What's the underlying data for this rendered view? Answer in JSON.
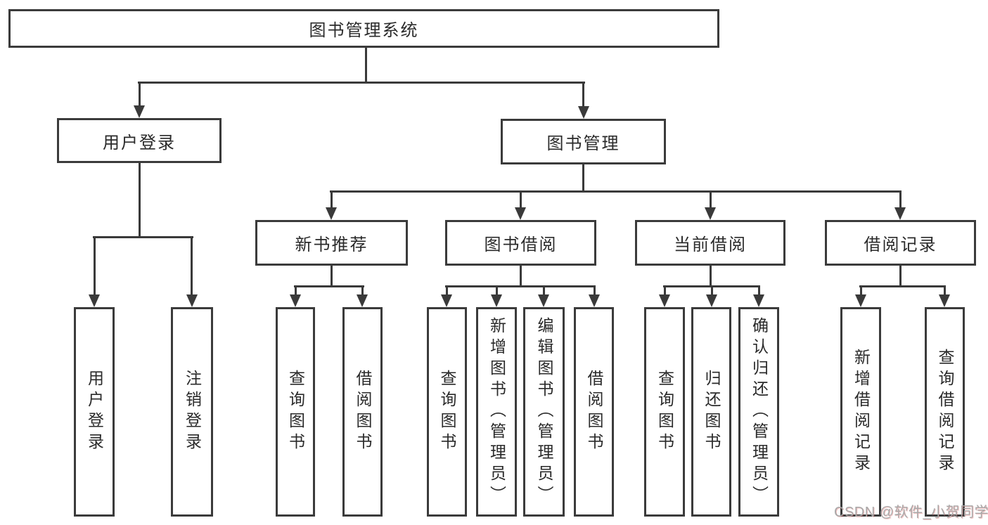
{
  "title": "图书管理系统",
  "colors": {
    "line": "#3a3a3a",
    "box_border": "#3b3b3b",
    "text": "#2a2a2a",
    "watermark_gray": "#a9a9a9"
  },
  "tree": {
    "root": {
      "label": "图书管理系统"
    },
    "branches": [
      {
        "label": "用户登录",
        "children": [
          {
            "label": "用户登录"
          },
          {
            "label": "注销登录"
          }
        ]
      },
      {
        "label": "图书管理",
        "sections": [
          {
            "label": "新书推荐",
            "children": [
              {
                "label": "查询图书"
              },
              {
                "label": "借阅图书"
              }
            ]
          },
          {
            "label": "图书借阅",
            "children": [
              {
                "label": "查询图书"
              },
              {
                "label": "新增图书（管理员）"
              },
              {
                "label": "编辑图书（管理员）"
              },
              {
                "label": "借阅图书"
              }
            ]
          },
          {
            "label": "当前借阅",
            "children": [
              {
                "label": "查询图书"
              },
              {
                "label": "归还图书"
              },
              {
                "label": "确认归还（管理员）"
              }
            ]
          },
          {
            "label": "借阅记录",
            "children": [
              {
                "label": "新增借阅记录"
              },
              {
                "label": "查询借阅记录"
              }
            ]
          }
        ]
      }
    ]
  },
  "watermark": {
    "text": "CSDN @软件_小贺同学"
  }
}
